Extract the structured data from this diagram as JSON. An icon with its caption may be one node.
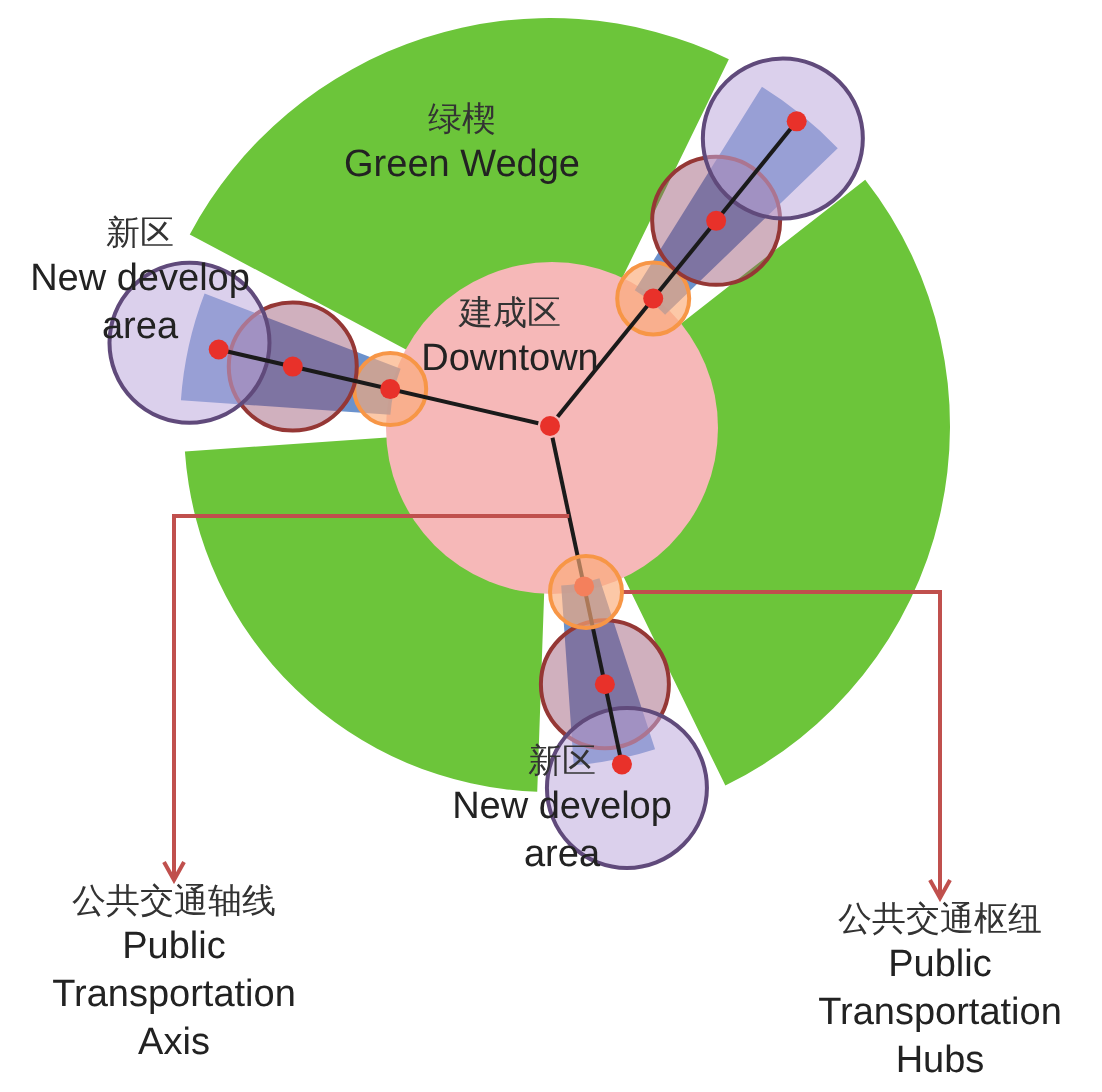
{
  "diagram": {
    "nodes": [
      {
        "text": [
          "绿楔",
          "Green Wedge"
        ]
      },
      {
        "text": [
          "建成区",
          "Downtown"
        ],
        "in": 0
      },
      {
        "text": [
          "新区",
          "New develop area"
        ]
      },
      {
        "text": [
          "新区",
          "New develop area"
        ]
      },
      {
        "text": [
          "公共交通轴线",
          "Public Transportation Axis"
        ]
      },
      {
        "text": [
          "公共交通枢纽",
          "Public Transportation Hubs"
        ]
      },
      {
        "text": [],
        "shape": "circle",
        "in": 0
      }
    ],
    "edges": [
      {
        "from": 1,
        "to": 4,
        "arrow": "to"
      },
      {
        "from": 6,
        "to": 5,
        "arrow": "to"
      }
    ]
  }
}
